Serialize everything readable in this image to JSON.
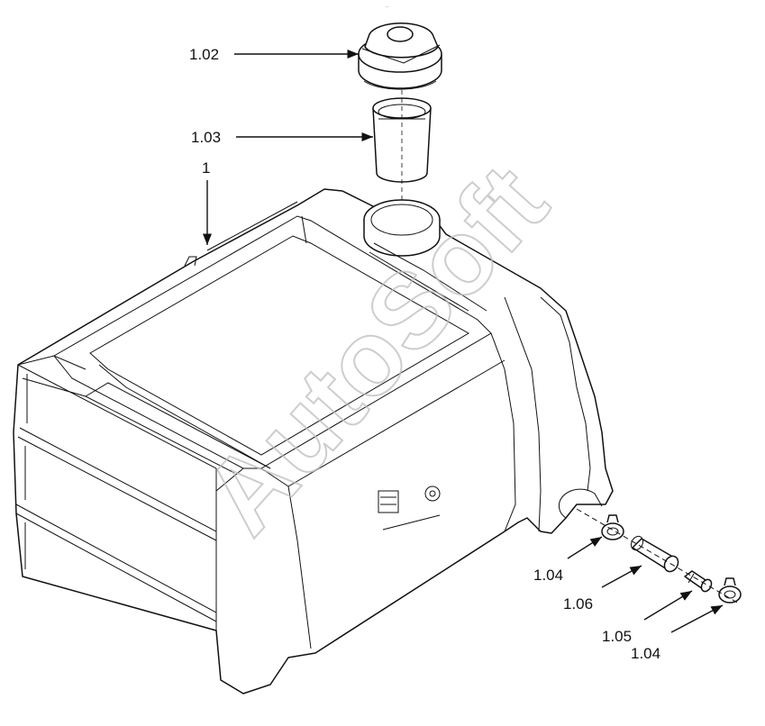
{
  "labels": {
    "cap": "1.02",
    "strainer": "1.03",
    "tank": "1",
    "clip_left": "1.04",
    "hose": "1.06",
    "fitting": "1.05",
    "clip_right": "1.04"
  },
  "watermark": "AutoSoft"
}
